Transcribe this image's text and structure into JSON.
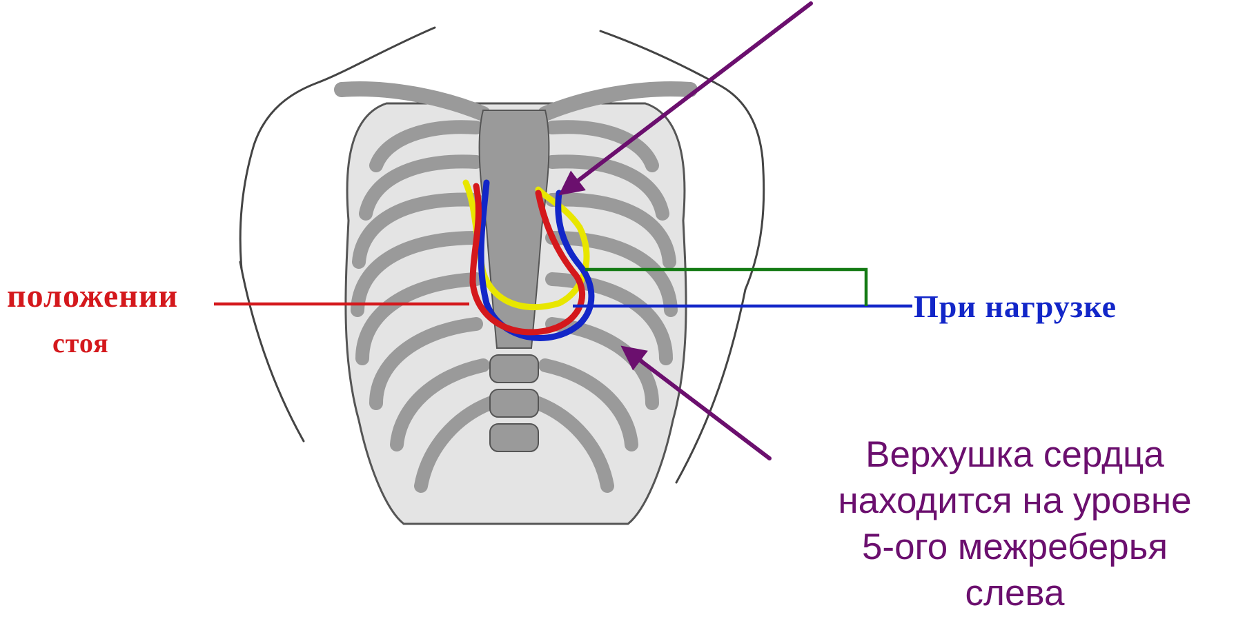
{
  "labels": {
    "standing_line1": "положении",
    "standing_line2": "стоя",
    "load": "При нагрузке",
    "apex_note": [
      "Верхушка сердца",
      "находится на уровне",
      "5-ого межреберья",
      "слева"
    ]
  },
  "colors": {
    "standing": "#d4181c",
    "load": "#1226c8",
    "bracket": "#147a14",
    "arrow": "#6b0f6e",
    "yellow_outline": "#e8e600",
    "bone": "#9a9a9a",
    "bone_edge": "#555555",
    "skin_outline": "#444444"
  }
}
